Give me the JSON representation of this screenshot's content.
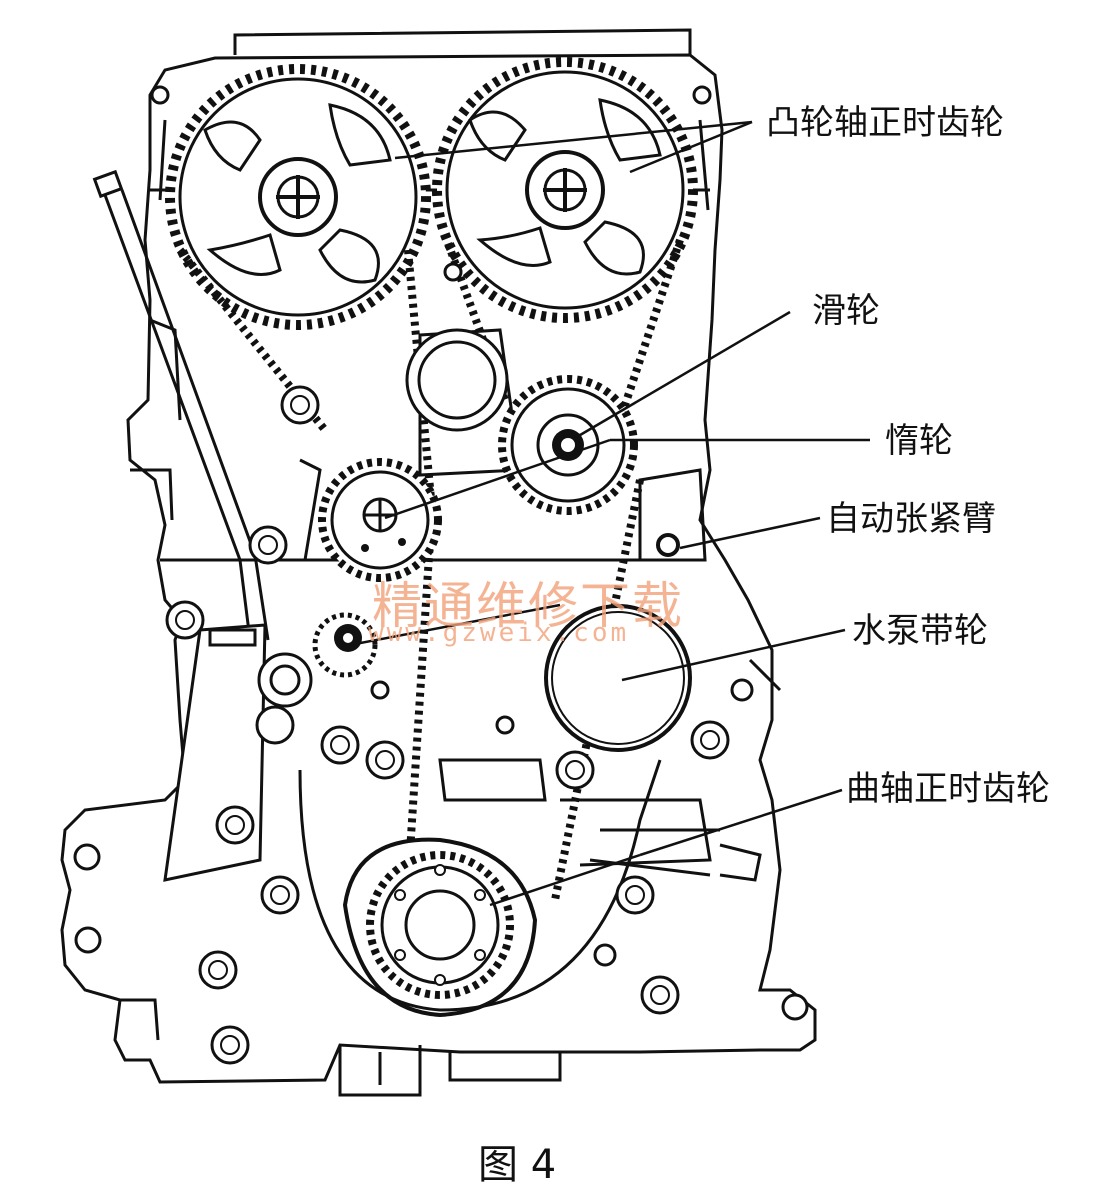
{
  "labels": {
    "camshaft_gear": "凸轮轴正时齿轮",
    "pulley": "滑轮",
    "idler": "惰轮",
    "auto_tensioner_arm": "自动张紧臂",
    "water_pump_pulley": "水泵带轮",
    "crankshaft_gear": "曲轴正时齿轮"
  },
  "caption": "图 4",
  "watermark": {
    "title": "精通维修下载",
    "url": "www.gzweix.com"
  },
  "colors": {
    "line": "#111111",
    "watermark": "#f2a27a",
    "background": "#ffffff"
  }
}
